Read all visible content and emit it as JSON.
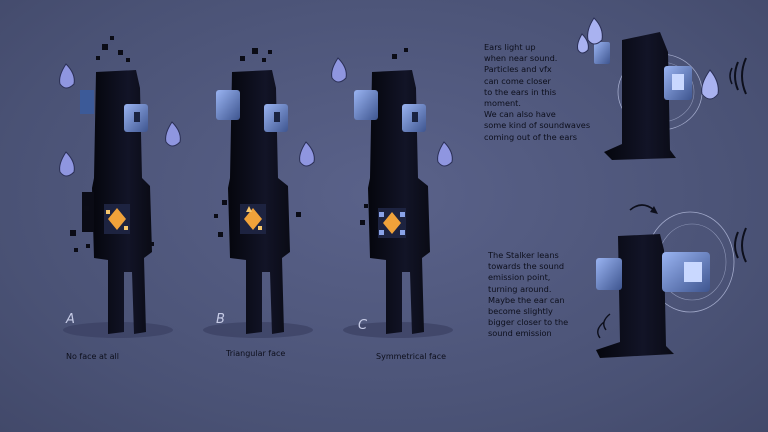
{
  "notes": {
    "ears": "Ears light up\nwhen near sound.\nParticles and vfx\ncan come closer\nto the ears in this\nmoment.\nWe can also have\nsome kind of soundwaves\ncoming out of the ears",
    "lean": "The Stalker leans\ntowards the sound\nemission point,\nturning around.\nMaybe the ear can\nbecome slightly\nbigger closer to the\nsound emission"
  },
  "variants": [
    {
      "letter": "A",
      "caption": "No face at all"
    },
    {
      "letter": "B",
      "caption": "Triangular face"
    },
    {
      "letter": "C",
      "caption": "Symmetrical face"
    }
  ],
  "colors": {
    "background": "#4f577a",
    "body": "#0b0c16",
    "ear": "#6f8cd6",
    "flame": "#8f96e0",
    "core": "#f0a23a"
  }
}
